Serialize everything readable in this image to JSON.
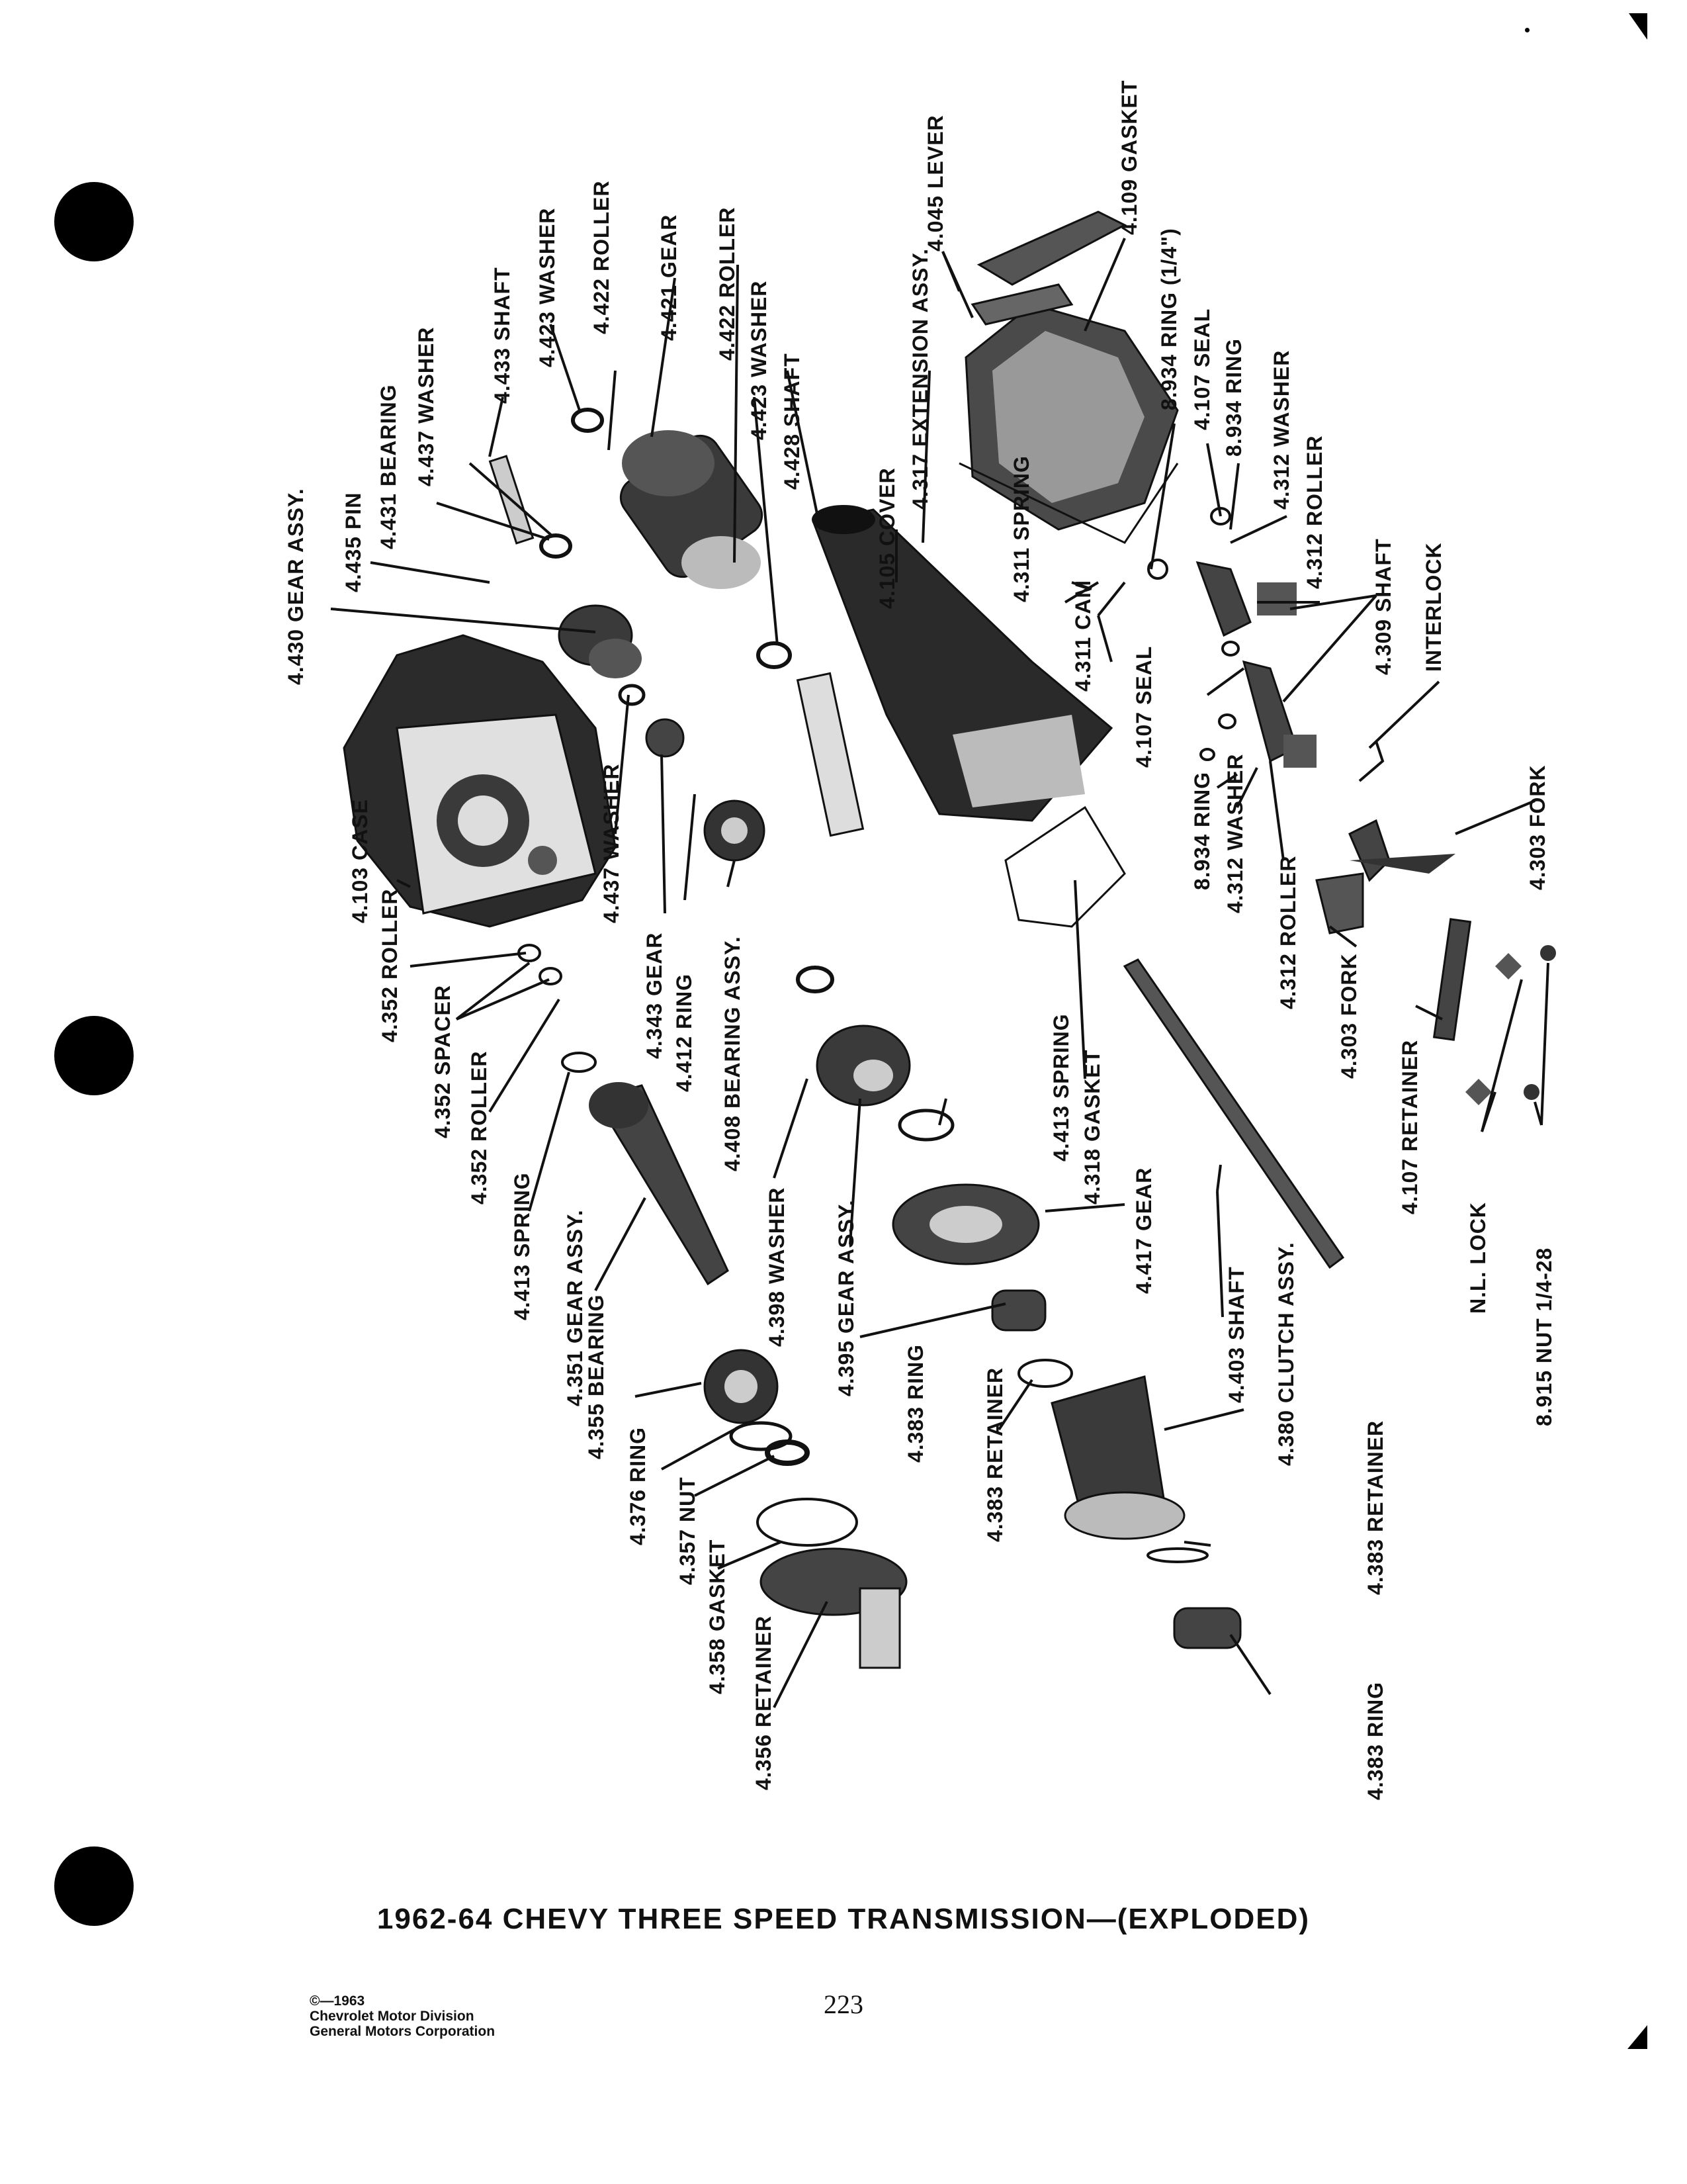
{
  "title": "1962-64 CHEVY THREE SPEED TRANSMISSION—(EXPLODED)",
  "page_number": "223",
  "copyright": [
    "©—1963",
    "Chevrolet Motor Division",
    "General Motors Corporation"
  ],
  "labels": {
    "l4045": "4.045 LEVER",
    "l4109": "4.109 GASKET",
    "l8934a": "8.934 RING (1/4\")",
    "l4107a": "4.107 SEAL",
    "l8934b": "8.934 RING",
    "l4312a": "4.312 WASHER",
    "l4312b": "4.312 ROLLER",
    "l4309": "4.309 SHAFT",
    "linterlock": "INTERLOCK",
    "l4303a": "4.303 FORK",
    "l4317": "4.317 EXTENSION ASSY.",
    "l4105": "4.105 COVER",
    "l4311a": "4.311 SPRING",
    "l4311b": "4.311 CAM",
    "l4107b": "4.107 SEAL",
    "l8934c": "8.934 RING",
    "l4312c": "4.312 WASHER",
    "l4312d": "4.312 ROLLER",
    "l4303b": "4.303 FORK",
    "l4107c": "4.107 RETAINER",
    "lnl": "N.L. LOCK",
    "l8915": "8.915 NUT 1/4-28",
    "l4428": "4.428 SHAFT",
    "l4423a": "4.423 WASHER",
    "l4422a": "4.422 ROLLER",
    "l4421": "4.421 GEAR",
    "l4422b": "4.422 ROLLER",
    "l4423b": "4.423 WASHER",
    "l4433": "4.433 SHAFT",
    "l4437a": "4.437 WASHER",
    "l4431": "4.431 BEARING",
    "l4435": "4.435 PIN",
    "l4430": "4.430 GEAR ASSY.",
    "l4103": "4.103 CASE",
    "l4437b": "4.437 WASHER",
    "l4343": "4.343 GEAR",
    "l4412": "4.412 RING",
    "l4408": "4.408 BEARING ASSY.",
    "l4352a": "4.352 ROLLER",
    "l4352b": "4.352 SPACER",
    "l4352c": "4.352 ROLLER",
    "l4413a": "4.413 SPRING",
    "l4351": "4.351 GEAR ASSY.",
    "l4398": "4.398 WASHER",
    "l4395": "4.395 GEAR ASSY.",
    "l4413b": "4.413 SPRING",
    "l4318": "4.318 GASKET",
    "l4417": "4.417 GEAR",
    "l4403": "4.403 SHAFT",
    "l4380": "4.380 CLUTCH ASSY.",
    "l4383a": "4.383 RING",
    "l4383b": "4.383 RETAINER",
    "l4383c": "4.383 RETAINER",
    "l4383d": "4.383 RING",
    "l4355": "4.355 BEARING",
    "l4376": "4.376 RING",
    "l4357": "4.357 NUT",
    "l4358": "4.358 GASKET",
    "l4356": "4.356 RETAINER"
  }
}
